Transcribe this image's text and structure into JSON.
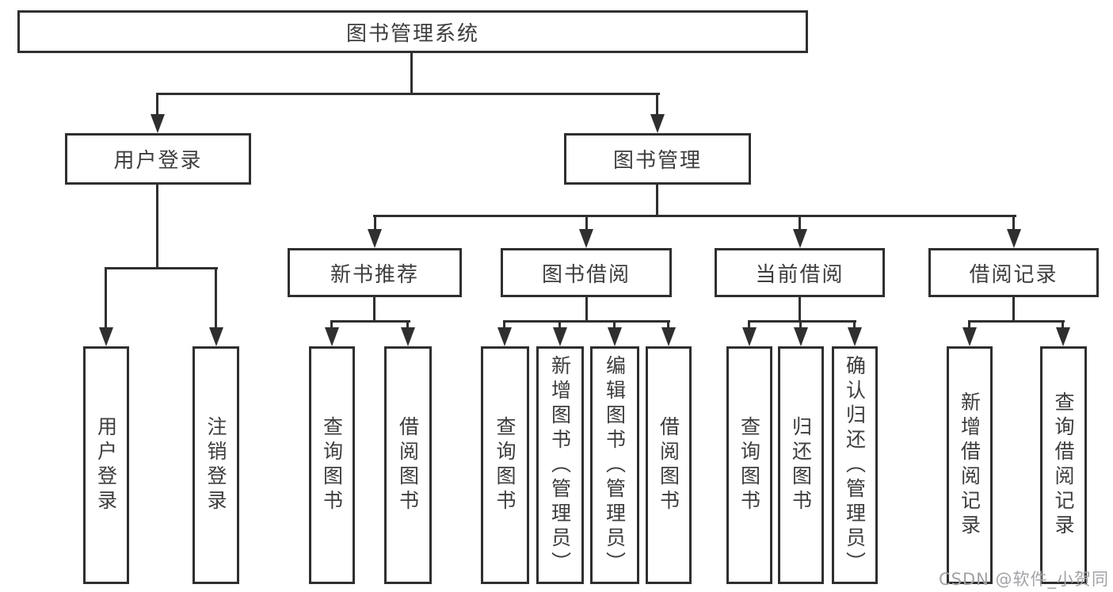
{
  "tree": {
    "root": {
      "label": "图书管理系统"
    },
    "branches": [
      {
        "label": "用户登录",
        "leaves": [
          "用户登录",
          "注销登录"
        ]
      },
      {
        "label": "图书管理",
        "groups": [
          {
            "label": "新书推荐",
            "leaves": [
              "查询图书",
              "借阅图书"
            ]
          },
          {
            "label": "图书借阅",
            "leaves": [
              "查询图书",
              "新增图书（管理员）",
              "编辑图书（管理员）",
              "借阅图书"
            ]
          },
          {
            "label": "当前借阅",
            "leaves": [
              "查询图书",
              "归还图书",
              "确认归还（管理员）"
            ]
          },
          {
            "label": "借阅记录",
            "leaves": [
              "新增借阅记录",
              "查询借阅记录"
            ]
          }
        ]
      }
    ]
  },
  "watermark": "CSDN @软件_小贺同学",
  "colors": {
    "line": "#2f2f2f",
    "text": "#3d3d3d",
    "watermark": "#a2a2a7",
    "background": "#ffffff"
  }
}
